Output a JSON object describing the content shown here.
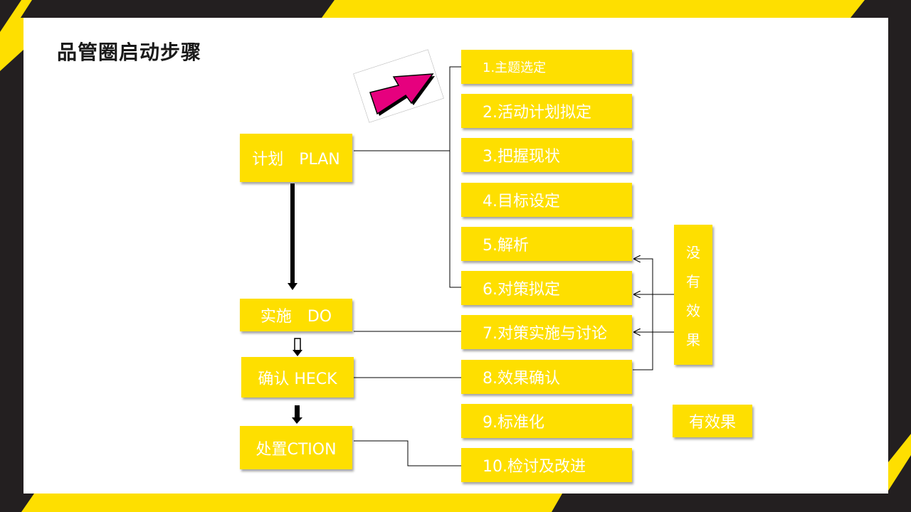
{
  "title": "品管圈启动步骤",
  "phases": {
    "plan": "计划　PLAN",
    "do": "实施　DO",
    "check": "确认 HECK",
    "action": "处置CTION"
  },
  "steps": [
    "1.主题选定",
    "2.活动计划拟定",
    "3.把握现状",
    "4.目标设定",
    "5.解析",
    "6.对策拟定",
    "7.对策实施与讨论",
    "8.效果确认",
    "9.标准化",
    "10.检讨及改进"
  ],
  "no_effect_chars": [
    "没",
    "有",
    "效",
    "果"
  ],
  "effective": "有效果",
  "colors": {
    "yellow": "#fedf00",
    "dark": "#231f20",
    "magenta": "#e6007e"
  }
}
